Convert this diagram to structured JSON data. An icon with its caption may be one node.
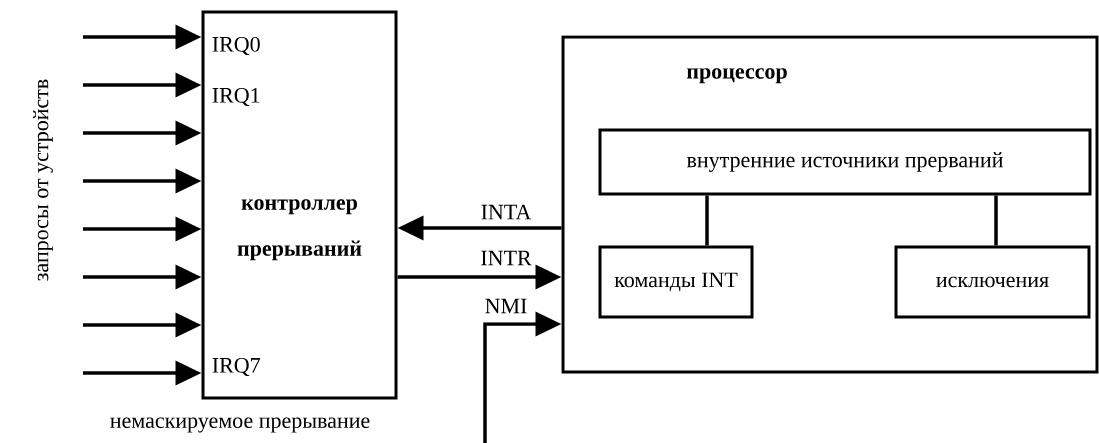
{
  "diagram": {
    "nodes": [
      {
        "text": [
          "контроллер прерываний"
        ]
      },
      {
        "text": [
          "процессор"
        ]
      },
      {
        "text": [
          "внутренние источники прерваний"
        ],
        "in": 1
      },
      {
        "text": [
          "команды INT"
        ],
        "in": 1
      },
      {
        "text": [
          "исключения"
        ],
        "in": 1
      }
    ],
    "edges": [
      {
        "from": null,
        "to": 0,
        "arrow": "to"
      },
      {
        "from": null,
        "to": 0,
        "arrow": "to"
      },
      {
        "from": null,
        "to": 0,
        "arrow": "to"
      },
      {
        "from": null,
        "to": 0,
        "arrow": "to"
      },
      {
        "from": null,
        "to": 0,
        "arrow": "to"
      },
      {
        "from": null,
        "to": 0,
        "arrow": "to"
      },
      {
        "from": null,
        "to": 0,
        "arrow": "to"
      },
      {
        "from": null,
        "to": 0,
        "arrow": "to"
      },
      {
        "from": 1,
        "to": 0,
        "arrow": "to",
        "label": "INTA"
      },
      {
        "from": 0,
        "to": 1,
        "arrow": "to",
        "label": "INTR"
      },
      {
        "from": null,
        "to": 1,
        "arrow": "to",
        "label": "NMI"
      },
      {
        "from": 2,
        "to": 3,
        "arrow": "none"
      },
      {
        "from": 2,
        "to": 4,
        "arrow": "none"
      }
    ],
    "labels": [
      "запросы от устройств",
      "IRQ0",
      "IRQ1",
      "IRQ7",
      "немаскируемое прерывание"
    ]
  }
}
